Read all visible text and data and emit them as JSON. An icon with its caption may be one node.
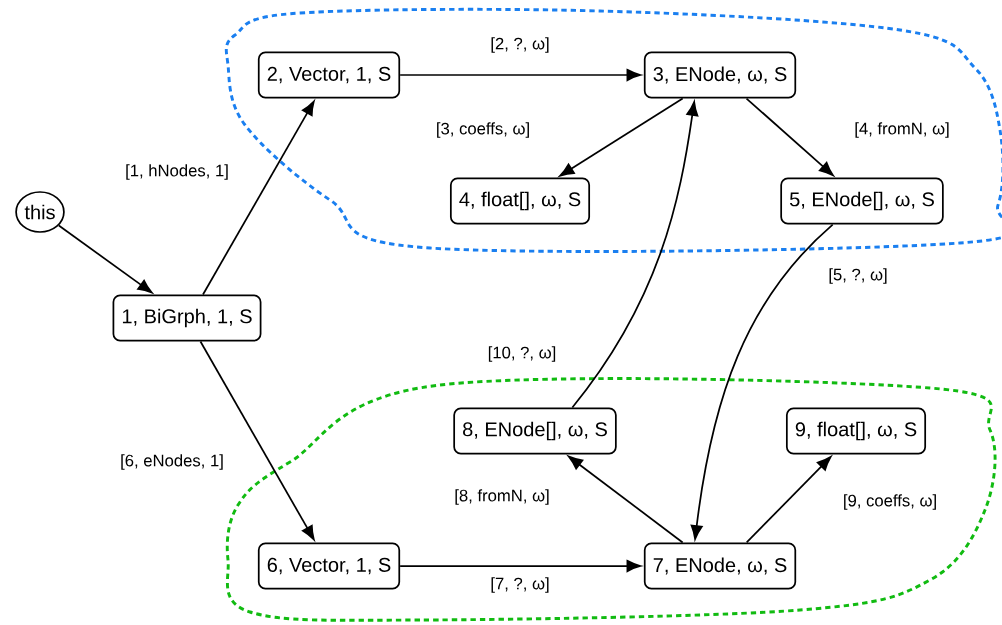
{
  "diagram": {
    "nodes": [
      {
        "text": [
          "this"
        ]
      },
      {
        "text": [
          "1, BiGrph, 1, S"
        ]
      },
      {
        "text": [],
        "shape": "cloud"
      },
      {
        "text": [
          "2, Vector, 1, S"
        ],
        "in": 2
      },
      {
        "text": [
          "3, ENode, ω, S"
        ],
        "in": 2
      },
      {
        "text": [
          "4, float[], ω, S"
        ],
        "in": 2
      },
      {
        "text": [
          "5, ENode[], ω, S"
        ],
        "in": 2
      },
      {
        "text": [],
        "shape": "cloud"
      },
      {
        "text": [
          "8, ENode[], ω, S"
        ],
        "in": 7
      },
      {
        "text": [
          "9, float[], ω, S"
        ],
        "in": 7
      },
      {
        "text": [
          "6, Vector, 1, S"
        ],
        "in": 7
      },
      {
        "text": [
          "7, ENode, ω, S"
        ],
        "in": 7
      }
    ],
    "edges": [
      {
        "from": 0,
        "to": 1,
        "arrow": "to"
      },
      {
        "from": 1,
        "to": 3,
        "arrow": "to",
        "label": "[1, hNodes, 1]"
      },
      {
        "from": 3,
        "to": 4,
        "arrow": "to",
        "label": "[2, ?, ω]"
      },
      {
        "from": 4,
        "to": 5,
        "arrow": "to",
        "label": "[3, coeffs, ω]"
      },
      {
        "from": 4,
        "to": 6,
        "arrow": "to",
        "label": "[4, fromN, ω]"
      },
      {
        "from": 6,
        "to": 11,
        "arrow": "to",
        "label": "[5, ?, ω]"
      },
      {
        "from": 1,
        "to": 10,
        "arrow": "to",
        "label": "[6, eNodes, 1]"
      },
      {
        "from": 10,
        "to": 11,
        "arrow": "to",
        "label": "[7, ?, ω]"
      },
      {
        "from": 11,
        "to": 8,
        "arrow": "to",
        "label": "[8, fromN, ω]"
      },
      {
        "from": 11,
        "to": 9,
        "arrow": "to",
        "label": "[9, coeffs, ω]"
      },
      {
        "from": 8,
        "to": 4,
        "arrow": "to",
        "label": "[10, ?, ω]"
      }
    ]
  }
}
